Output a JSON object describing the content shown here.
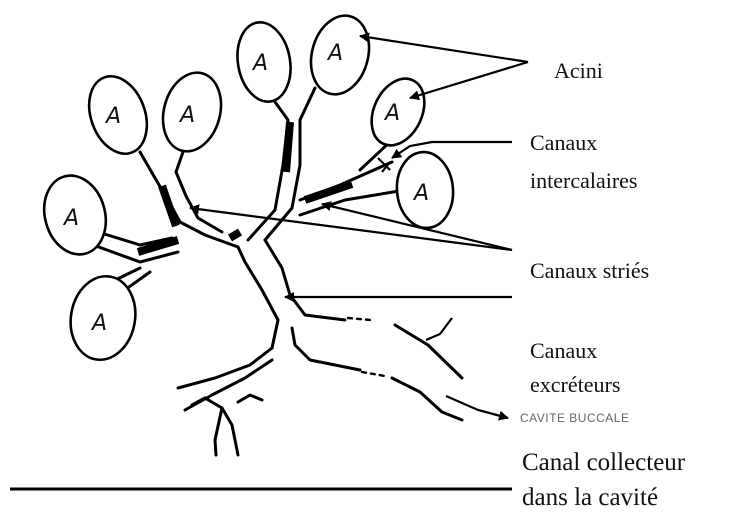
{
  "acinus_letter": "A",
  "labels": {
    "acini": "Acini",
    "canaux_intercalaires_1": "Canaux",
    "canaux_intercalaires_2": "intercalaires",
    "canaux_stries": "Canaux striés",
    "canaux_excreteurs_1": "Canaux",
    "canaux_excreteurs_2": "excréteurs",
    "cavite_buccale": "CAVITE BUCCALE",
    "canal_collecteur_1": "Canal collecteur",
    "canal_collecteur_2": "dans la cavité"
  }
}
